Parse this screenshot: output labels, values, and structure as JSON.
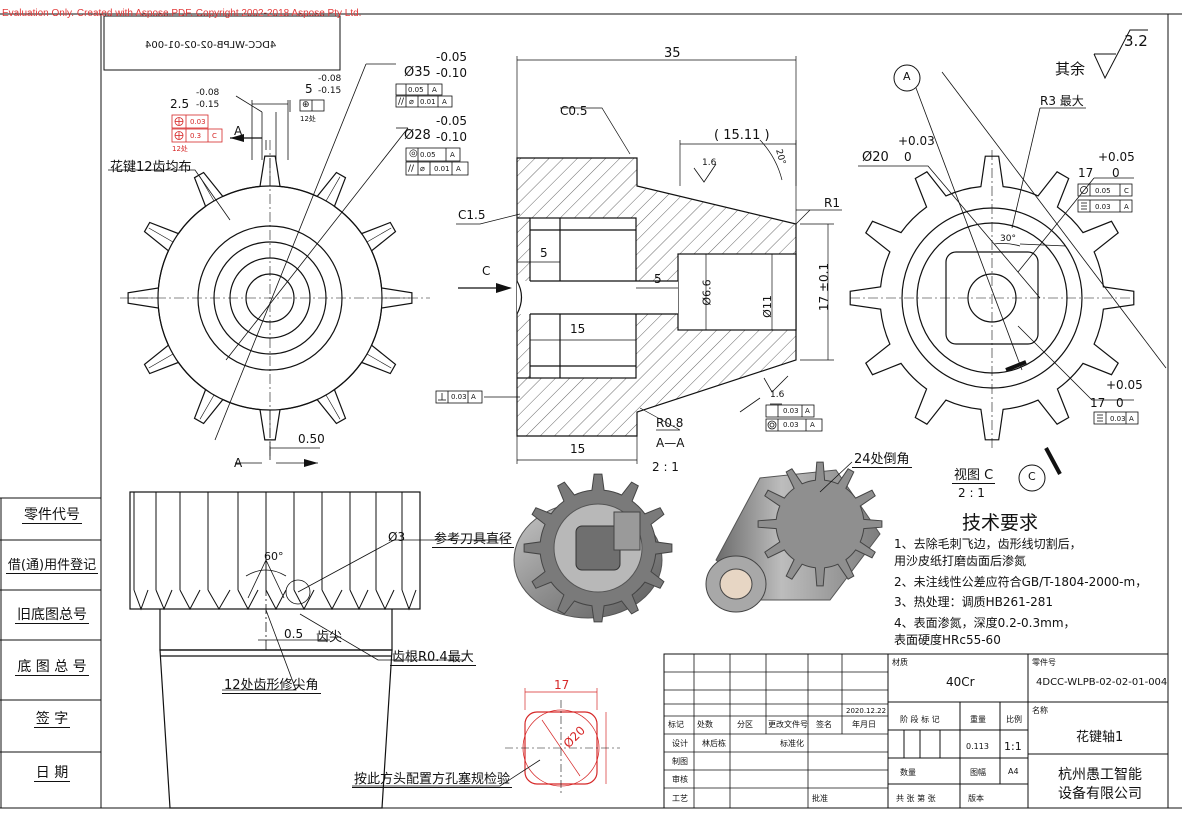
{
  "watermark": "Evaluation Only. Created with Aspose.PDF. Copyright 2002-2018 Aspose Pty Ltd.",
  "title_box_mirrored": "4DCC-WLPB-02-02-01-004",
  "roughness": {
    "value": "3.2",
    "rest": "其余"
  },
  "left_view": {
    "tol_2_5": {
      "nominal": "2.5",
      "upper": "-0.08",
      "lower": "-0.15"
    },
    "tol_5": {
      "nominal": "5",
      "upper": "-0.08",
      "lower": "-0.15"
    },
    "dia_35": {
      "nominal": "Ø35",
      "upper": "-0.05",
      "lower": "-0.10"
    },
    "dia_28": {
      "nominal": "Ø28",
      "upper": "-0.05",
      "lower": "-0.10"
    },
    "frame_vals": {
      "v005": "0.05",
      "v001": "0.01",
      "v003": "0.03",
      "v03": "0.3",
      "A": "A",
      "C": "C"
    },
    "spline_label": "花键12齿均布",
    "section_a": "A",
    "dim_050": "0.50",
    "small_12": "12处"
  },
  "section_view": {
    "dim_35": "35",
    "c05": "C0.5",
    "dim_1511": "( 15.11 )",
    "r16": "1.6",
    "angle_20": "20°",
    "c15": "C1.5",
    "r1": "R1",
    "c_arrow": "C",
    "dim_5a": "5",
    "dim_5b": "5",
    "dim_15a": "15",
    "dia_66": "Ø6.6",
    "dia_11": "Ø11",
    "dim_17": "17 ±0.1",
    "r08": "R0.8",
    "aa": "A—A",
    "scale": "2 : 1",
    "dim_15b": "15",
    "frame_003": "0.03",
    "frame_A": "A"
  },
  "view_c": {
    "circle_a": "A",
    "r3": "R3 最大",
    "dia_20": {
      "nominal": "Ø20",
      "upper": "+0.03",
      "lower": "0"
    },
    "tol_17_top": {
      "nominal": "17",
      "upper": "+0.05",
      "lower": "0"
    },
    "tol_17_bot": {
      "nominal": "17",
      "upper": "+0.05",
      "lower": "0"
    },
    "angle_30": "30°",
    "circle_c": "C",
    "title": "视图 C",
    "scale": "2 : 1",
    "frame_005": "0.05",
    "frame_003": "0.03",
    "frame_C": "C",
    "frame_A": "A"
  },
  "bottom_view": {
    "dia_3": "Ø3",
    "ref_tool": "参考刀具直径",
    "angle_60": "60°",
    "dim_05": "0.5",
    "tip": "齿尖",
    "root_r": "齿根R0.4最大",
    "tip_trim": "12处齿形修尖角"
  },
  "inset": {
    "dim_17": "17",
    "dia_20": "Ø20",
    "note": "按此方头配置方孔塞规检验"
  },
  "model_label": "24处倒角",
  "tech": {
    "heading": "技术要求",
    "lines": [
      "1、去除毛刺飞边，齿形线切割后，",
      "   用沙皮纸打磨齿面后渗氮",
      "2、未注线性公差应符合GB/T-1804-2000-m，",
      "3、热处理：调质HB261-281",
      "4、表面渗氮，深度0.2-0.3mm，",
      "   表面硬度HRc55-60"
    ]
  },
  "side_labels": [
    "零件代号",
    "借(通)用件登记",
    "旧底图总号",
    "底 图 总 号",
    "签    字",
    "日    期"
  ],
  "title_block": {
    "material_label": "材质",
    "material": "40Cr",
    "part_no_label": "零件号",
    "part_no": "4DCC-WLPB-02-02-01-004",
    "date": "2020.12.22",
    "hdr": [
      "标记",
      "处数",
      "分区",
      "更改文件号",
      "签名",
      "年月日"
    ],
    "stage_label": "阶 段 标 记",
    "weight_label": "重量",
    "scale_label": "比例",
    "name_label": "名称",
    "name": "花键轴1",
    "design_label": "设计",
    "designer": "林后栋",
    "standard_label": "标准化",
    "weight": "0.113",
    "scale": "1:1",
    "draw_label": "制图",
    "check_label": "审核",
    "craft_label": "工艺",
    "approve_label": "批准",
    "qty_label": "数量",
    "frame_label": "图幅",
    "frame": "A4",
    "sheets": "共 张 第 张",
    "version_label": "版本",
    "company_l1": "杭州愚工智能",
    "company_l2": "设备有限公司"
  },
  "colors": {
    "line": "#111111",
    "red": "#d62828",
    "hatch": "#333333",
    "model": "#8a8a8a"
  }
}
